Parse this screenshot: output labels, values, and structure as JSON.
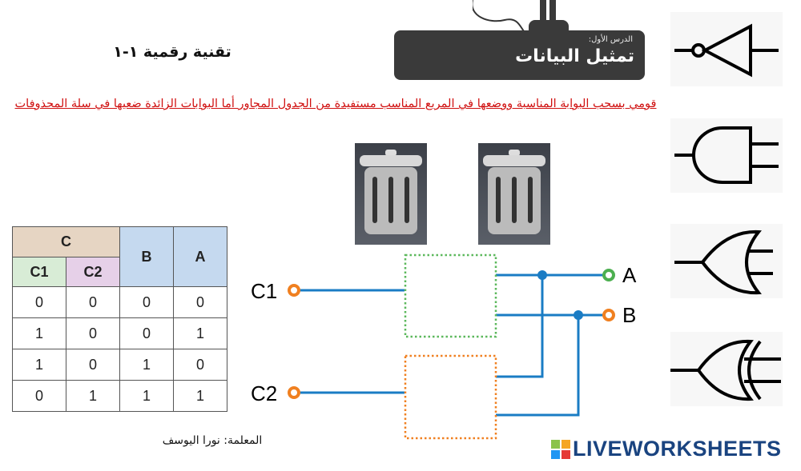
{
  "header": {
    "subject": "تقنية رقمية ١-١",
    "lesson_label": "الدرس الأول:",
    "lesson_title": "تمثيل البيانات"
  },
  "instruction": "قومي بسحب البوابة المناسبة ووضعها في المربع المناسب مستفيدة من الجدول المجاور أما البوابات الزائدة ضعيها في سلة المحذوفات",
  "table": {
    "group_header": "C",
    "headers": [
      "C1",
      "C2",
      "B",
      "A"
    ],
    "rows": [
      [
        "0",
        "0",
        "0",
        "0"
      ],
      [
        "1",
        "0",
        "0",
        "1"
      ],
      [
        "1",
        "0",
        "1",
        "0"
      ],
      [
        "0",
        "1",
        "1",
        "1"
      ]
    ]
  },
  "circuit": {
    "inputs": [
      "C1",
      "C2"
    ],
    "outputs": [
      "A",
      "B"
    ]
  },
  "gates": [
    "not-gate-icon",
    "and-gate-icon",
    "or-gate-icon",
    "xor-gate-icon"
  ],
  "teacher": "المعلمة: نورا اليوسف",
  "logo": "LIVEWORKSHEETS",
  "colors": {
    "wire": "#1a7cc4",
    "input": "#f08020",
    "output_a": "#4caf50",
    "instruction": "#d01010",
    "logo": "#1a4480"
  }
}
